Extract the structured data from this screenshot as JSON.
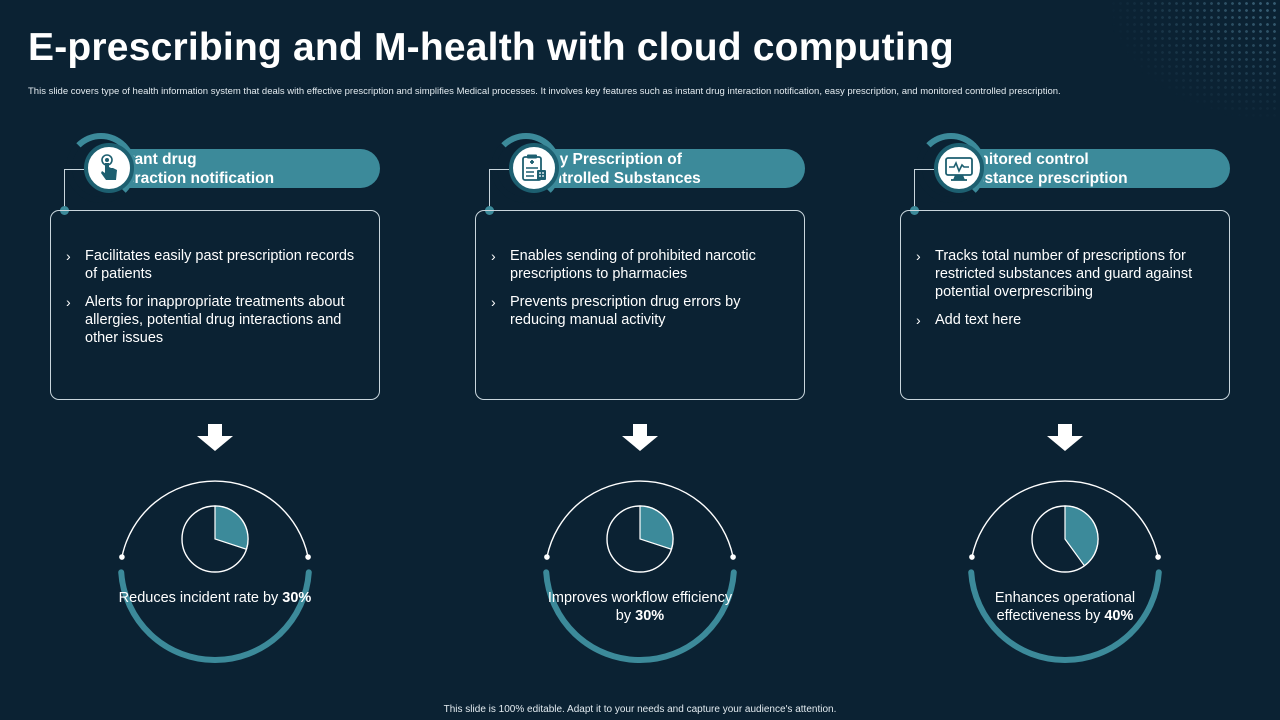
{
  "title": "E-prescribing and M-health with cloud computing",
  "subtitle": "This slide covers type of health information system that deals with effective prescription and simplifies Medical processes. It involves key features such as instant drug interaction notification, easy prescription, and monitored controlled prescription.",
  "colors": {
    "background": "#0b2233",
    "accent": "#3c8a9a",
    "text": "#ffffff"
  },
  "columns": [
    {
      "icon": "touch-hand-icon",
      "heading_line1": "Instant drug",
      "heading_line2": "interaction notification",
      "bullet_marker": "›",
      "bullets": [
        "Facilitates easily past prescription records of patients",
        "Alerts for inappropriate treatments about allergies, potential drug interactions and other issues"
      ],
      "result_text": "Reduces incident rate by",
      "result_value": "30%",
      "percent": 30
    },
    {
      "icon": "prescription-clipboard-icon",
      "heading_line1": "Easy Prescription of",
      "heading_line2": "Controlled Substances",
      "bullet_marker": "›",
      "bullets": [
        "Enables sending of prohibited narcotic prescriptions to pharmacies",
        "Prevents prescription drug errors by reducing manual activity"
      ],
      "result_text": "Improves workflow efficiency by",
      "result_value": "30%",
      "percent": 30
    },
    {
      "icon": "health-monitor-icon",
      "heading_line1": "Monitored control",
      "heading_line2": "substance prescription",
      "bullet_marker": "›",
      "bullets": [
        "Tracks total number of prescriptions for restricted substances and guard against potential overprescribing",
        "Add text here"
      ],
      "result_text": "Enhances operational effectiveness by",
      "result_value": "40%",
      "percent": 40
    }
  ],
  "footer": "This slide is 100% editable. Adapt it to your needs and capture your audience's attention."
}
